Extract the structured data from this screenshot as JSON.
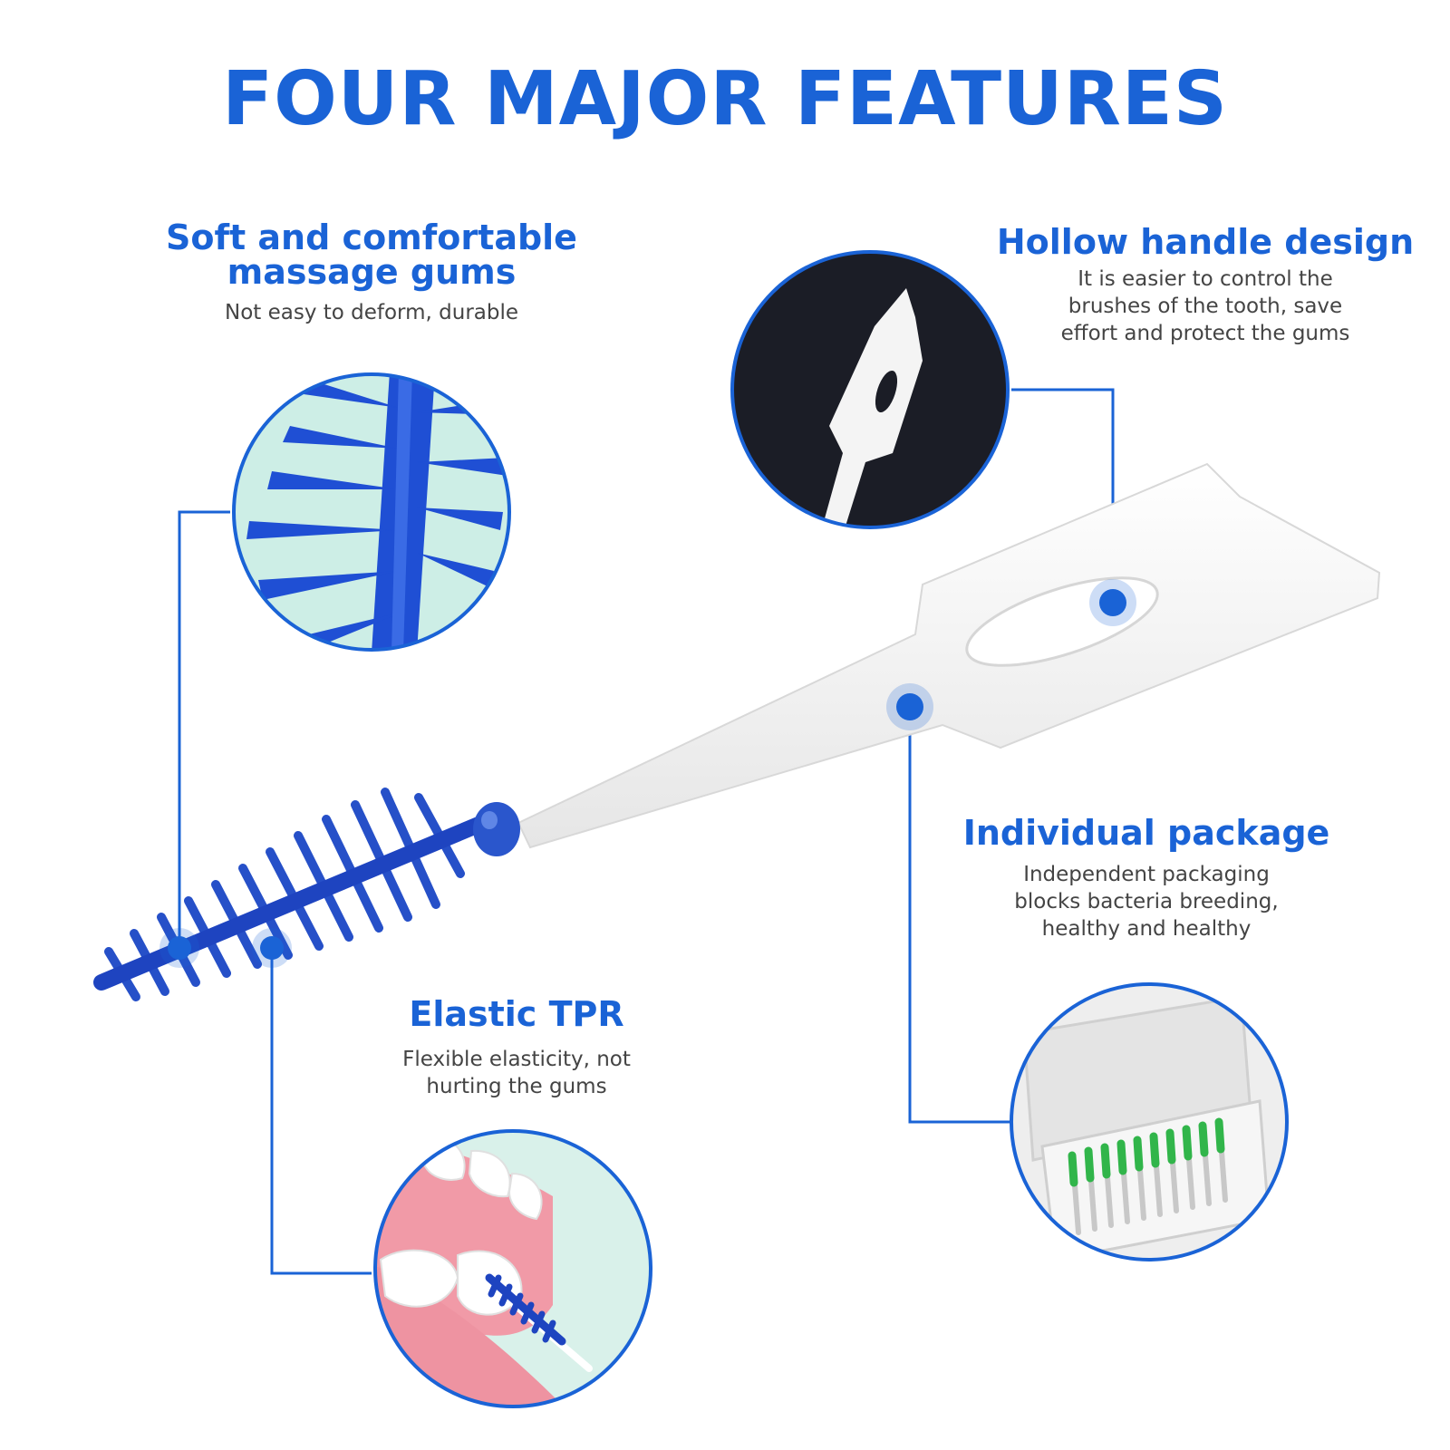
{
  "title": "FOUR MAJOR FEATURES",
  "colors": {
    "accent": "#1a63d6",
    "text_gray": "#444444",
    "brush_blue": "#1e4fd0",
    "handle_white": "#f4f4f4",
    "gum_pink": "#f19aa7",
    "bristle_green": "#31b54a",
    "mint_bg": "#cdeee6"
  },
  "features": [
    {
      "title_lines": [
        "Soft and comfortable",
        "massage gums"
      ],
      "desc_lines": [
        "Not easy to deform, durable"
      ],
      "image_icon": "bristle-closeup-image"
    },
    {
      "title_lines": [
        "Hollow handle design"
      ],
      "desc_lines": [
        "It is easier to control the",
        "brushes of the tooth, save",
        "effort and protect the gums"
      ],
      "image_icon": "hollow-handle-image"
    },
    {
      "title_lines": [
        "Individual package"
      ],
      "desc_lines": [
        "Independent packaging",
        "blocks bacteria breeding,",
        "healthy and healthy"
      ],
      "image_icon": "package-box-image"
    },
    {
      "title_lines": [
        "Elastic TPR"
      ],
      "desc_lines": [
        "Flexible elasticity, not",
        "hurting the gums"
      ],
      "image_icon": "teeth-cleaning-image"
    }
  ]
}
